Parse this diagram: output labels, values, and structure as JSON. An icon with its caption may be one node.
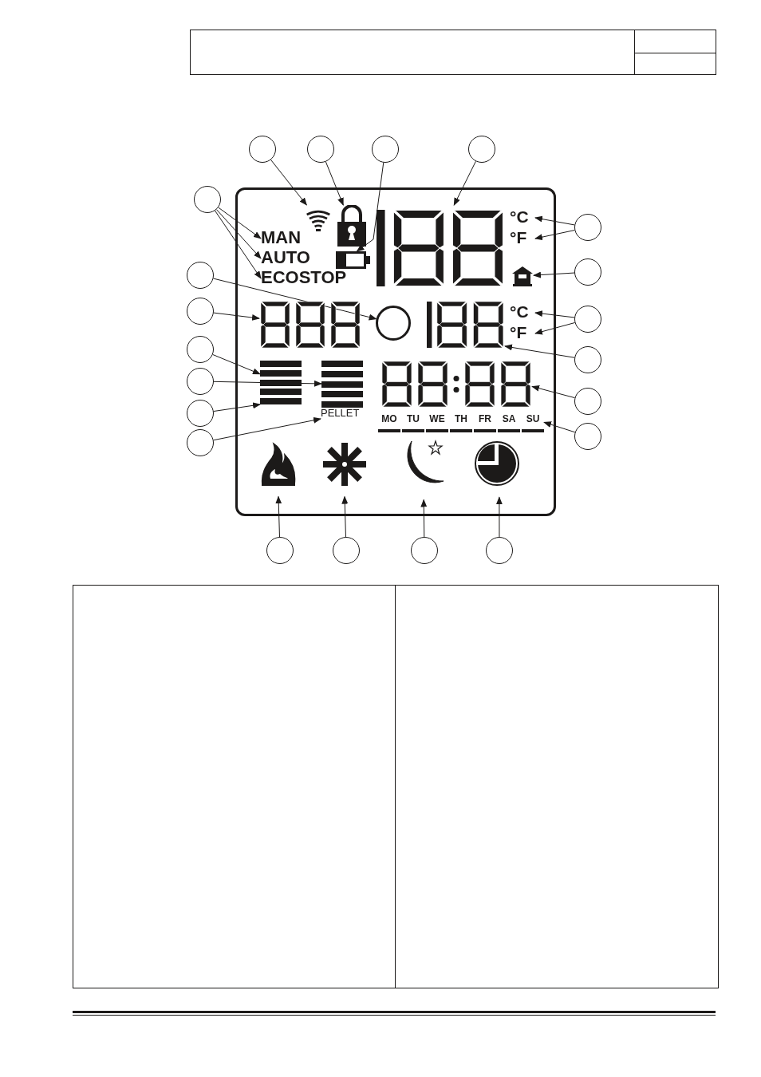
{
  "diagram": {
    "nodes": [
      {
        "text": [],
        "shape": "circle"
      },
      {
        "text": [],
        "shape": "circle"
      },
      {
        "text": [],
        "shape": "circle"
      },
      {
        "text": [],
        "shape": "circle"
      },
      {
        "text": [],
        "shape": "circle"
      },
      {
        "text": [],
        "shape": "box"
      },
      {
        "text": [],
        "shape": "picture",
        "in": 5
      },
      {
        "text": [],
        "shape": "picture",
        "in": 5
      },
      {
        "text": [],
        "shape": "picture",
        "in": 5
      },
      {
        "text": [],
        "shape": "picture",
        "in": 5
      },
      {
        "text": [
          "°C"
        ],
        "in": 5
      },
      {
        "text": [
          "°F"
        ],
        "in": 5
      },
      {
        "text": [],
        "shape": "circle"
      },
      {
        "text": [
          "MAN"
        ],
        "in": 5
      },
      {
        "text": [
          "AUTO"
        ],
        "in": 5
      },
      {
        "text": [
          "ECOSTOP"
        ],
        "in": 5
      },
      {
        "text": [],
        "shape": "picture",
        "in": 5
      },
      {
        "text": [],
        "shape": "circle"
      },
      {
        "text": [],
        "shape": "circle"
      },
      {
        "text": [],
        "shape": "circle"
      },
      {
        "text": [],
        "shape": "picture",
        "in": 5
      },
      {
        "text": [],
        "shape": "circle",
        "in": 5
      },
      {
        "text": [],
        "shape": "picture",
        "in": 5
      },
      {
        "text": [
          "°C"
        ],
        "in": 5
      },
      {
        "text": [
          "°F"
        ],
        "in": 5
      },
      {
        "text": [],
        "shape": "circle"
      },
      {
        "text": [],
        "shape": "circle"
      },
      {
        "text": [],
        "shape": "circle"
      },
      {
        "text": [],
        "shape": "bar",
        "in": 5
      },
      {
        "text": [],
        "shape": "bar",
        "in": 5
      },
      {
        "text": [],
        "shape": "picture",
        "in": 5
      },
      {
        "text": [],
        "shape": "circle"
      },
      {
        "text": [],
        "shape": "circle"
      },
      {
        "text": [],
        "shape": "circle"
      },
      {
        "text": [
          "PELLET"
        ],
        "in": 5
      },
      {
        "text": [],
        "shape": "circle"
      },
      {
        "text": [
          "MO"
        ],
        "in": 5
      },
      {
        "text": [
          "TU"
        ],
        "in": 5
      },
      {
        "text": [
          "WE"
        ],
        "in": 5
      },
      {
        "text": [
          "TH"
        ],
        "in": 5
      },
      {
        "text": [
          "FR"
        ],
        "in": 5
      },
      {
        "text": [
          "SA"
        ],
        "in": 5
      },
      {
        "text": [
          "SU"
        ],
        "in": 5
      },
      {
        "text": [],
        "shape": "circle"
      },
      {
        "text": [],
        "shape": "picture",
        "in": 5
      },
      {
        "text": [],
        "shape": "picture",
        "in": 5
      },
      {
        "text": [],
        "shape": "picture",
        "in": 5
      },
      {
        "text": [],
        "shape": "picture",
        "in": 5
      },
      {
        "text": [],
        "shape": "circle"
      },
      {
        "text": [],
        "shape": "circle"
      },
      {
        "text": [],
        "shape": "circle"
      },
      {
        "text": [],
        "shape": "circle"
      }
    ],
    "edges": [
      {
        "from": 0,
        "to": 6,
        "arrow": "to"
      },
      {
        "from": 1,
        "to": 7,
        "arrow": "to"
      },
      {
        "from": 2,
        "to": 8,
        "arrow": "to"
      },
      {
        "from": 3,
        "to": 9,
        "arrow": "to"
      },
      {
        "from": 4,
        "to": 13,
        "arrow": "to"
      },
      {
        "from": 4,
        "to": 14,
        "arrow": "to"
      },
      {
        "from": 4,
        "to": 15,
        "arrow": "to"
      },
      {
        "from": 12,
        "to": 10,
        "arrow": "to"
      },
      {
        "from": 12,
        "to": 11,
        "arrow": "to"
      },
      {
        "from": 17,
        "to": 16,
        "arrow": "to"
      },
      {
        "from": 18,
        "to": 21,
        "arrow": "to"
      },
      {
        "from": 19,
        "to": 20,
        "arrow": "to"
      },
      {
        "from": 25,
        "to": 23,
        "arrow": "to"
      },
      {
        "from": 25,
        "to": 24,
        "arrow": "to"
      },
      {
        "from": 26,
        "to": 22,
        "arrow": "to"
      },
      {
        "from": 27,
        "to": 28,
        "arrow": "to"
      },
      {
        "from": 31,
        "to": 29,
        "arrow": "to"
      },
      {
        "from": 33,
        "to": 28,
        "arrow": "to"
      },
      {
        "from": 35,
        "to": 34,
        "arrow": "to"
      },
      {
        "from": 32,
        "to": 30,
        "arrow": "to"
      },
      {
        "from": 43,
        "to": 42,
        "arrow": "to"
      },
      {
        "from": 48,
        "to": 44,
        "arrow": "to"
      },
      {
        "from": 49,
        "to": 45,
        "arrow": "to"
      },
      {
        "from": 50,
        "to": 46,
        "arrow": "to"
      },
      {
        "from": 51,
        "to": 47,
        "arrow": "to"
      }
    ]
  }
}
